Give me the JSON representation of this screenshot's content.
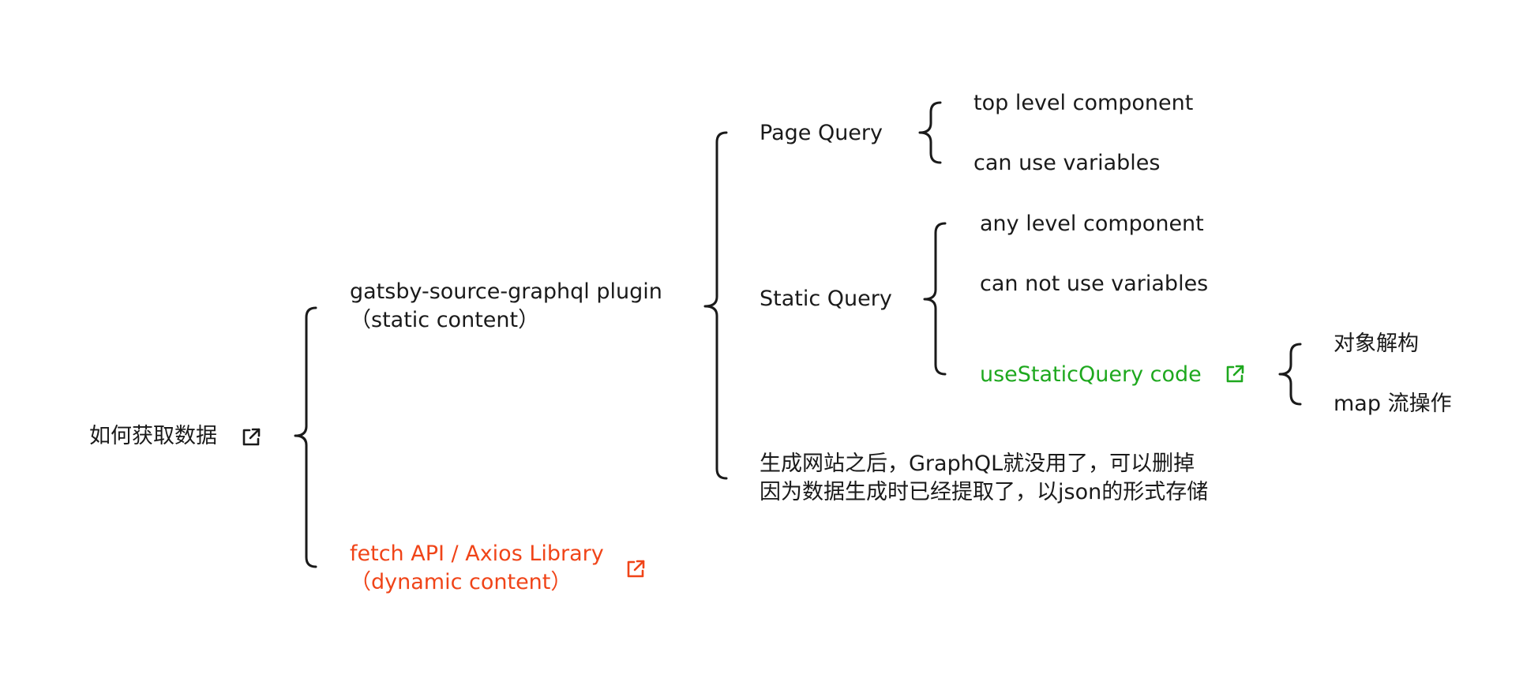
{
  "colors": {
    "text": "#1a1a1a",
    "brace": "#1a1a1a",
    "green": "#1ea81e",
    "red": "#f04418"
  },
  "root": {
    "label": "如何获取数据",
    "icon": "external-link-icon"
  },
  "graphql": {
    "line1": "gatsby-source-graphql plugin",
    "line2": "（static content）"
  },
  "fetch": {
    "line1": "fetch API / Axios Library",
    "line2": "（dynamic content）",
    "icon": "external-link-icon"
  },
  "page_query": {
    "label": "Page Query",
    "items": [
      "top level component",
      "can use variables"
    ]
  },
  "static_query": {
    "label": "Static Query",
    "items": [
      "any level component",
      "can not use variables"
    ],
    "code_label": "useStaticQuery code",
    "code_icon": "external-link-icon",
    "code_items": [
      "对象解构",
      "map 流操作"
    ]
  },
  "note": {
    "line1": "生成网站之后，GraphQL就没用了，可以删掉",
    "line2": "因为数据生成时已经提取了，以json的形式存储"
  }
}
